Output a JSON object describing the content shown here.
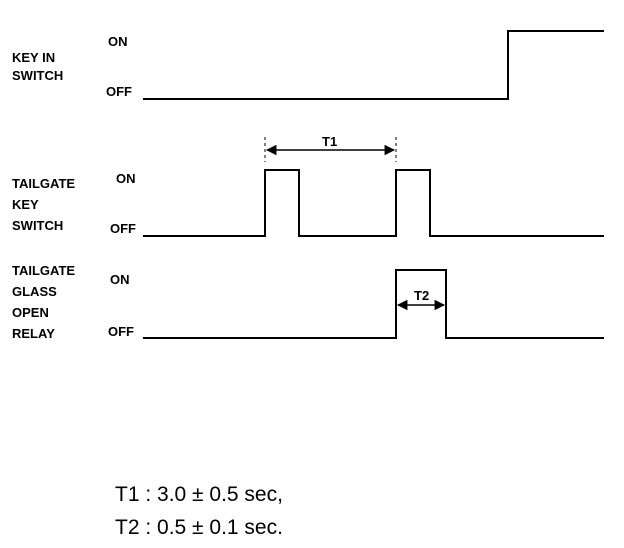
{
  "signals": [
    {
      "id": "key-in-switch",
      "label_lines": [
        "KEY IN",
        "SWITCH"
      ],
      "on_label": "ON",
      "off_label": "OFF"
    },
    {
      "id": "tailgate-key-switch",
      "label_lines": [
        "TAILGATE",
        "KEY",
        "SWITCH"
      ],
      "on_label": "ON",
      "off_label": "OFF"
    },
    {
      "id": "tailgate-glass-open-relay",
      "label_lines": [
        "TAILGATE",
        "GLASS",
        "OPEN",
        "RELAY"
      ],
      "on_label": "ON",
      "off_label": "OFF"
    }
  ],
  "intervals": {
    "t1_label": "T1",
    "t2_label": "T2"
  },
  "notes": [
    "T1 : 3.0 ± 0.5 sec,",
    "T2 : 0.5 ± 0.1 sec."
  ],
  "colors": {
    "ink": "#000000",
    "background": "#ffffff"
  }
}
